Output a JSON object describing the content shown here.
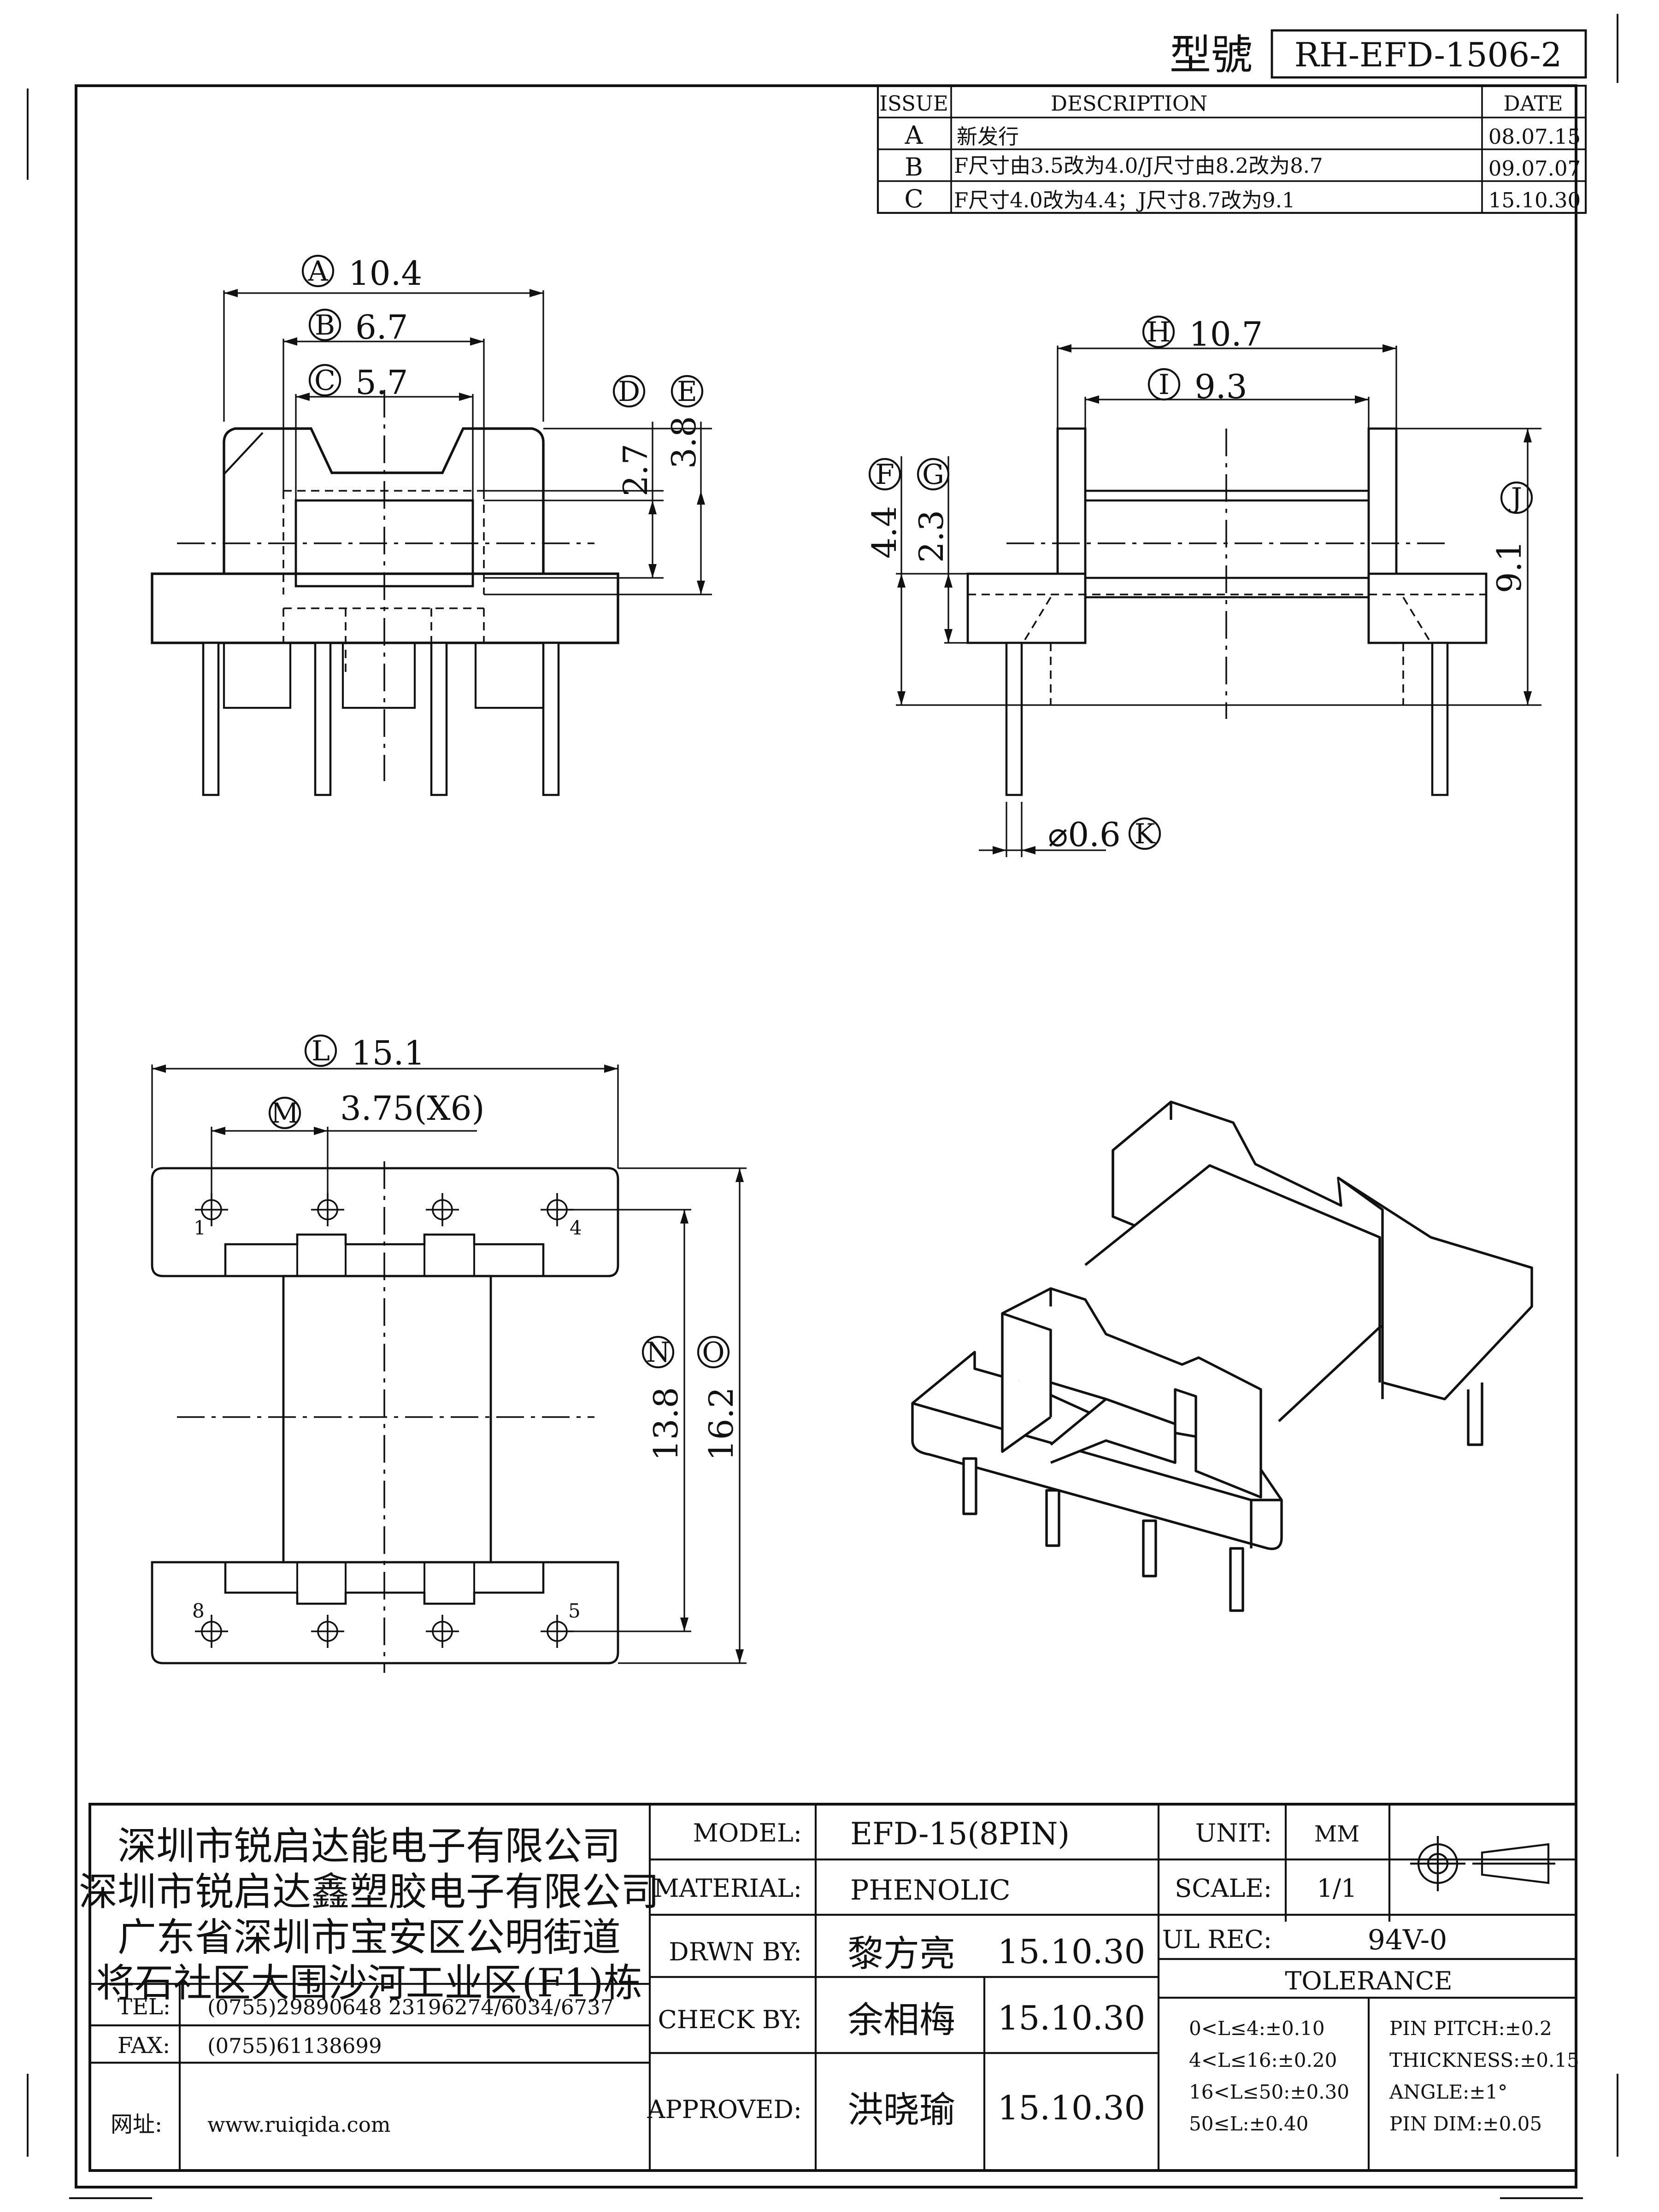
{
  "header": {
    "model_no_label": "型號",
    "model_no": "RH-EFD-1506-2"
  },
  "revisions": {
    "col_issue": "ISSUE",
    "col_description": "DESCRIPTION",
    "col_date": "DATE",
    "rows": [
      {
        "issue": "A",
        "description": "新发行",
        "date": "08.07.15"
      },
      {
        "issue": "B",
        "description": "F尺寸由3.5改为4.0/J尺寸由8.2改为8.7",
        "date": "09.07.07"
      },
      {
        "issue": "C",
        "description": "F尺寸4.0改为4.4；J尺寸8.7改为9.1",
        "date": "15.10.30"
      }
    ]
  },
  "dimensions": {
    "A": {
      "letter": "A",
      "value": "10.4"
    },
    "B": {
      "letter": "B",
      "value": "6.7"
    },
    "C": {
      "letter": "C",
      "value": "5.7"
    },
    "D": {
      "letter": "D",
      "value": "2.7"
    },
    "E": {
      "letter": "E",
      "value": "3.8"
    },
    "F": {
      "letter": "F",
      "value": "4.4"
    },
    "G": {
      "letter": "G",
      "value": "2.3"
    },
    "H": {
      "letter": "H",
      "value": "10.7"
    },
    "I": {
      "letter": "I",
      "value": "9.3"
    },
    "J": {
      "letter": "J",
      "value": "9.1"
    },
    "K": {
      "letter": "K",
      "value": "⌀0.6"
    },
    "L": {
      "letter": "L",
      "value": "15.1"
    },
    "M": {
      "letter": "M",
      "value": "3.75(X6)"
    },
    "N": {
      "letter": "N",
      "value": "13.8"
    },
    "O": {
      "letter": "O",
      "value": "16.2"
    }
  },
  "pin_labels": {
    "p1": "1",
    "p4": "4",
    "p5": "5",
    "p8": "8"
  },
  "titleblock": {
    "company": [
      "深圳市锐启达能电子有限公司",
      "深圳市锐启达鑫塑胶电子有限公司",
      "广东省深圳市宝安区公明街道",
      "将石社区大围沙河工业区(F1)栋"
    ],
    "tel_label": "TEL:",
    "tel": "(0755)29890648  23196274/6034/6737",
    "fax_label": "FAX:",
    "fax": "(0755)61138699",
    "web_label": "网址:",
    "web": "www.ruiqida.com",
    "model_label": "MODEL:",
    "model": "EFD-15(8PIN)",
    "material_label": "MATERIAL:",
    "material": "PHENOLIC",
    "drawn_label": "DRWN BY:",
    "drawn_name": "黎方亮",
    "drawn_date": "15.10.30",
    "check_label": "CHECK BY:",
    "check_name": "余相梅",
    "check_date": "15.10.30",
    "approved_label": "APPROVED:",
    "approved_name": "洪晓瑜",
    "approved_date": "15.10.30",
    "unit_label": "UNIT:",
    "unit": "MM",
    "scale_label": "SCALE:",
    "scale": "1/1",
    "ul_label": "UL REC:",
    "ul": "94V-0",
    "tolerance_title": "TOLERANCE",
    "tolerances": [
      "0<L≤4:±0.10",
      "4<L≤16:±0.20",
      "16<L≤50:±0.30",
      "50≤L:±0.40"
    ],
    "tolerances2": [
      "PIN PITCH:±0.2",
      "THICKNESS:±0.15",
      "ANGLE:±1°",
      "PIN DIM:±0.05"
    ]
  }
}
